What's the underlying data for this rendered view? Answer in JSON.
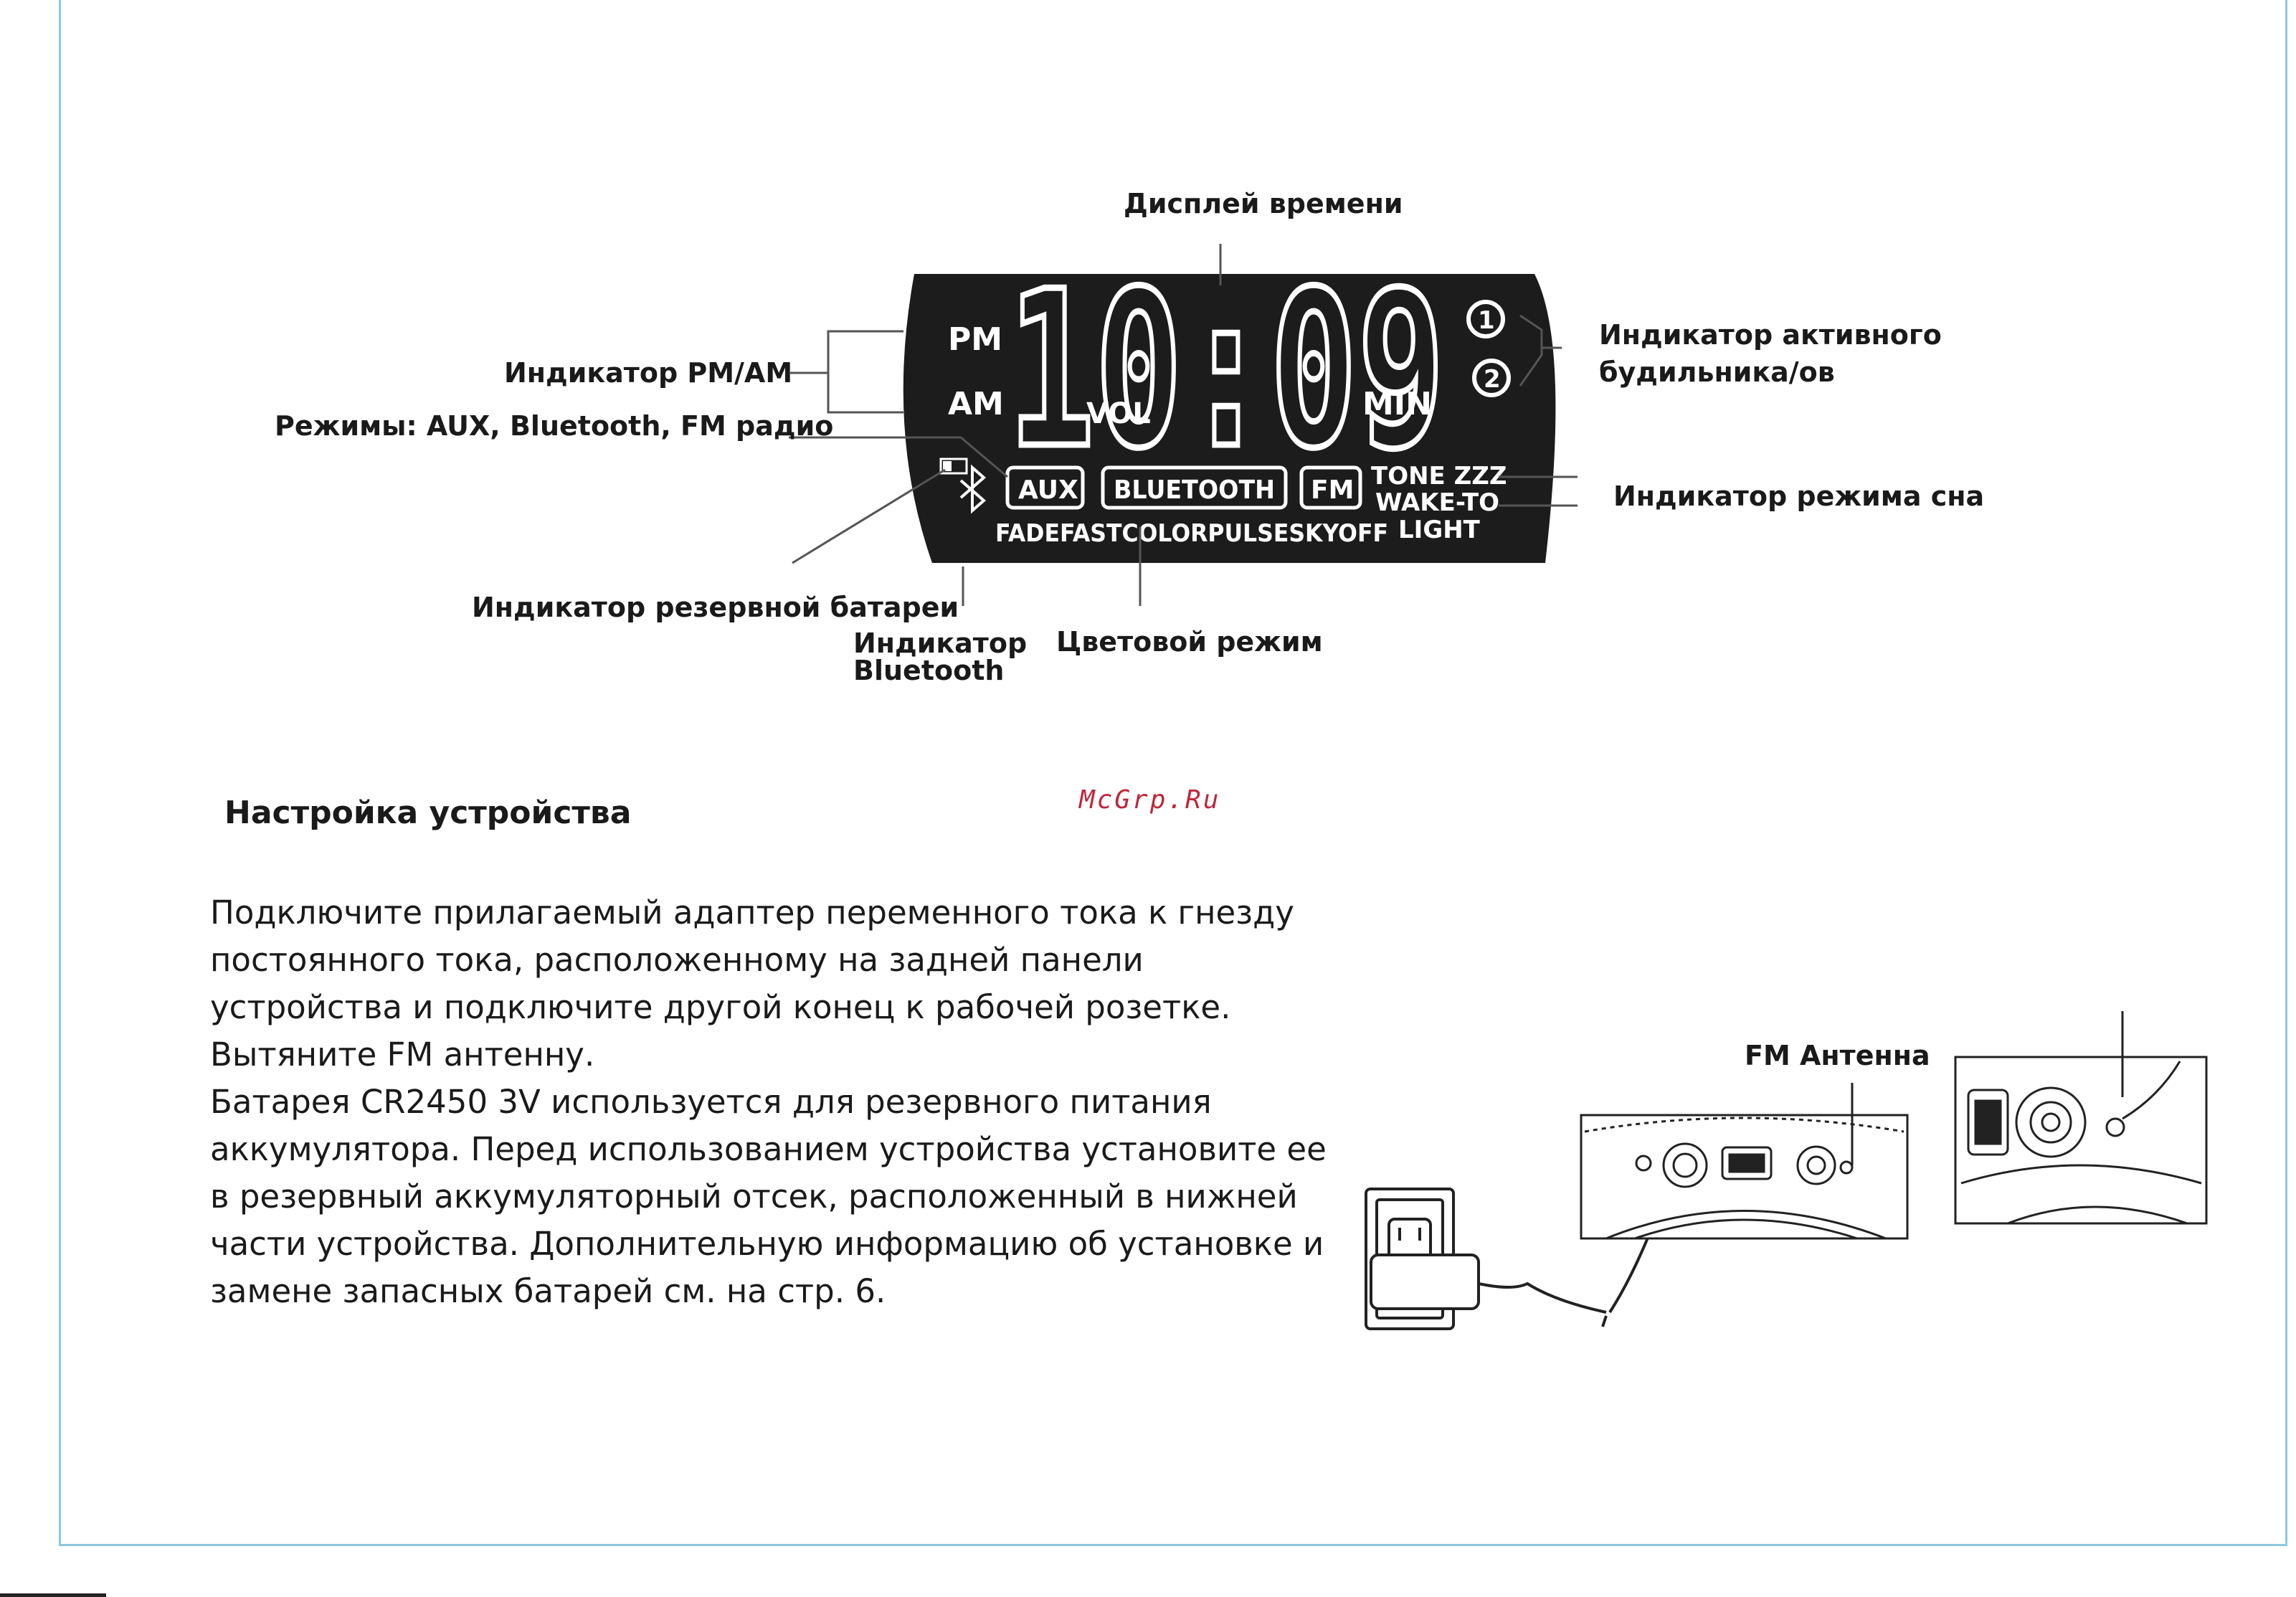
{
  "display_diagram": {
    "time": "10:09",
    "pm": "PM",
    "am": "AM",
    "vol": "VOL",
    "min": "MIN",
    "alarm1": "1",
    "alarm2": "2",
    "mode_aux": "AUX",
    "mode_bluetooth": "BLUETOOTH",
    "mode_fm": "FM",
    "tone_zzz": "TONE ZZZ",
    "wake_to": "WAKE-TO",
    "light": "LIGHT",
    "color_modes": "FADEFASTCOLORPULSESKYOFF",
    "labels": {
      "time_display": "Дисплей времени",
      "pm_am": "Индикатор PM/AM",
      "modes": "Режимы: AUX, Bluetooth, FM радио",
      "alarm_line1": "Индикатор активного",
      "alarm_line2": "будильника/ов",
      "sleep": "Индикатор режима сна",
      "backup_battery": "Индикатор резервной батареи",
      "bluetooth_line1": "Индикатор",
      "bluetooth_line2": "Bluetooth",
      "color_mode": "Цветовой режим"
    }
  },
  "watermark": "McGrp.Ru",
  "setup": {
    "title": "Настройка устройства",
    "lines": [
      "Подключите прилагаемый адаптер переменного тока к гнезду",
      "постоянного тока, расположенному на задней панели",
      "устройства и подключите другой конец к рабочей розетке.",
      "Вытяните FM антенну.",
      "Батарея CR2450 3V используется для резервного питания",
      "аккумулятора. Перед использованием устройства установите ее",
      "в резервный аккумуляторный отсек, расположенный в нижней",
      "части устройства. Дополнительную информацию об установке и",
      "замене запасных батарей см. на стр. 6."
    ]
  },
  "setup_illustration": {
    "fm_antenna_label": "FM Антенна"
  }
}
